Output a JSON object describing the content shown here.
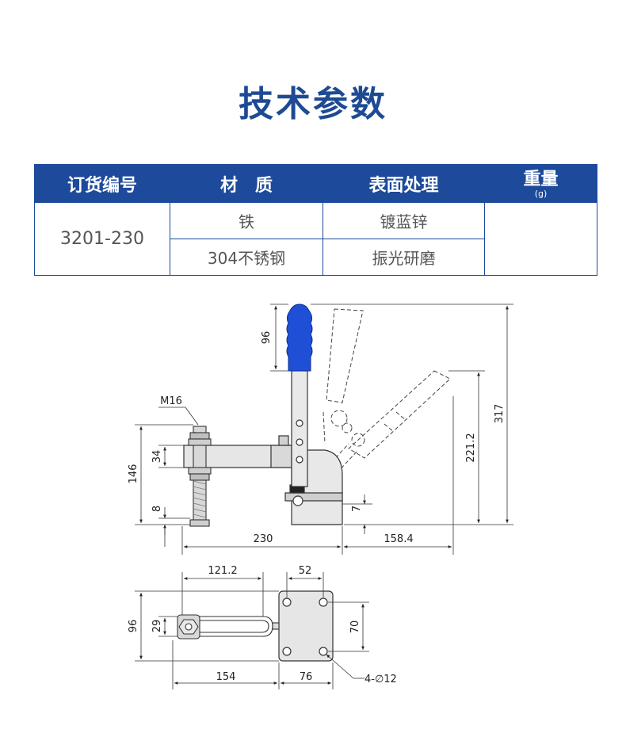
{
  "title": "技术参数",
  "table": {
    "headers": {
      "order_no": "订货编号",
      "material": "材　质",
      "surface": "表面处理",
      "weight": "重量",
      "weight_unit": "(g)"
    },
    "model": "3201-230",
    "rows": [
      {
        "material": "铁",
        "surface": "镀蓝锌"
      },
      {
        "material": "304不锈钢",
        "surface": "振光研磨"
      }
    ],
    "weight_value": ""
  },
  "side_view": {
    "dims": {
      "handle": "96",
      "bolt": "M16",
      "h34": "34",
      "h146": "146",
      "h8": "8",
      "w230": "230",
      "h7": "7",
      "w158": "158.4",
      "h221": "221.2",
      "h317": "317"
    }
  },
  "top_view": {
    "dims": {
      "w121": "121.2",
      "w52": "52",
      "h96": "96",
      "h29": "29",
      "h70": "70",
      "w154": "154",
      "w76": "76",
      "holes": "4-∅12"
    }
  },
  "colors": {
    "accent": "#1d4a9a",
    "handle_grip": "#1f4fd6",
    "metal": "#e6e6e6"
  }
}
